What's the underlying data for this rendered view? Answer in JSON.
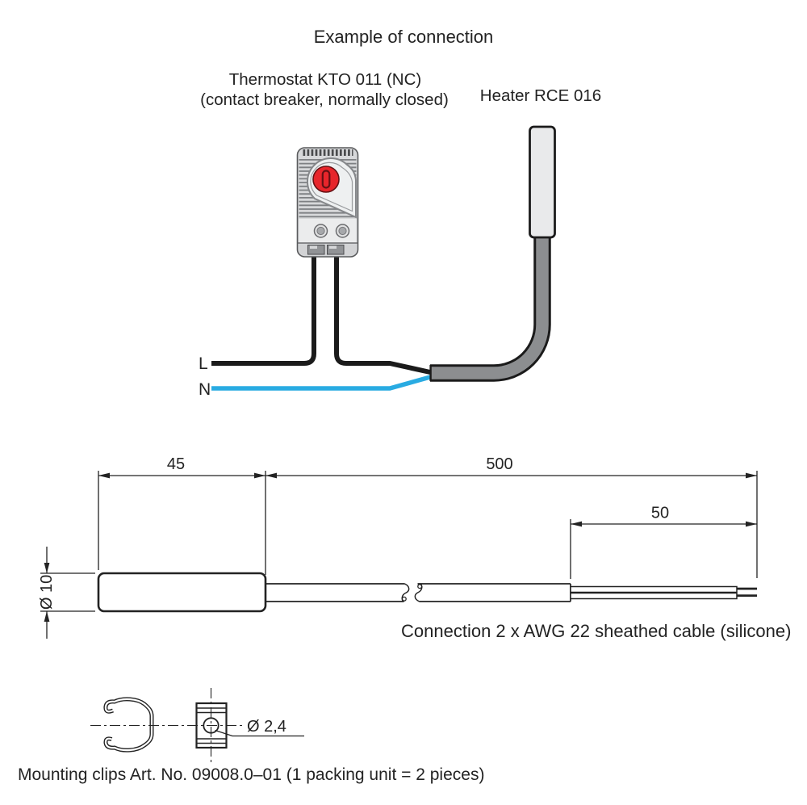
{
  "title": "Example of connection",
  "connection_diagram": {
    "thermostat_label_line1": "Thermostat KTO 011 (NC)",
    "thermostat_label_line2": "(contact breaker, normally closed)",
    "heater_label": "Heater RCE 016",
    "line_label": "L",
    "neutral_label": "N"
  },
  "dimension_drawing": {
    "body_length": "45",
    "cable_length": "500",
    "stripped_length": "50",
    "body_diameter": "Ø 10",
    "note": "Connection 2 x AWG 22 sheathed cable (silicone)"
  },
  "mounting": {
    "hole_diameter": "Ø 2,4",
    "note": "Mounting clips Art. No. 09008.0–01 (1 packing unit = 2 pieces)"
  },
  "colors": {
    "neutral_wire_blue": "#29ABE2",
    "cable_gray": "#8C8E90",
    "dial_red": "#E7252B",
    "line_black": "#232323"
  }
}
